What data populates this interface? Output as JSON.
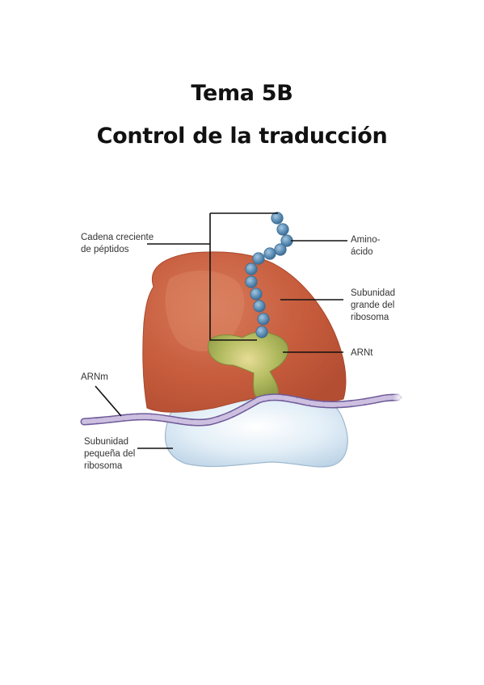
{
  "title": {
    "line1": "Tema 5B",
    "line2": "Control de la traducción"
  },
  "labels": {
    "peptide_chain": [
      "Cadena creciente",
      "de péptidos"
    ],
    "amino_acid": [
      "Amino-",
      "ácido"
    ],
    "large_subunit": [
      "Subunidad",
      "grande del",
      "ribosoma"
    ],
    "trna": "ARNt",
    "mrna": "ARNm",
    "small_subunit": [
      "Subunidad",
      "pequeña del",
      "ribosoma"
    ]
  },
  "colors": {
    "large_subunit": "#c8603f",
    "small_subunit": "#dbeaf4",
    "trna": "#a9b658",
    "peptide_bead": "#5f91b8",
    "mrna": "#cdbfe0",
    "mrna_outline": "#6e5a98",
    "leader": "#111111"
  }
}
